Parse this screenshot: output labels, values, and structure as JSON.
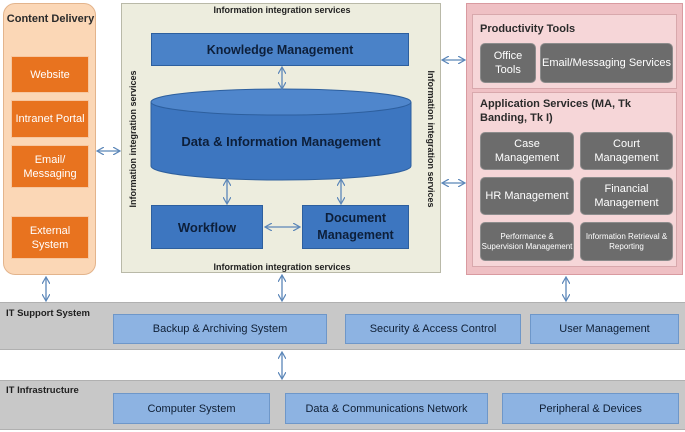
{
  "content_delivery": {
    "title": "Content Delivery",
    "items": [
      "Website",
      "Intranet Portal",
      "Email/ Messaging",
      "External System"
    ]
  },
  "integration": {
    "label": "Information integration services",
    "knowledge": "Knowledge Management",
    "data_info": "Data & Information Management",
    "workflow": "Workflow",
    "document": "Document Management"
  },
  "productivity": {
    "title": "Productivity Tools",
    "items": [
      "Office Tools",
      "Email/Messaging Services"
    ]
  },
  "app_services": {
    "title": "Application Services (MA, Tk Banding, Tk I)",
    "items": [
      "Case Management",
      "Court Management",
      "HR Management",
      "Financial Management",
      "Performance & Supervision Management",
      "Information Retrieval & Reporting"
    ]
  },
  "it_support": {
    "title": "IT Support System",
    "items": [
      "Backup & Archiving System",
      "Security & Access Control",
      "User Management"
    ]
  },
  "it_infra": {
    "title": "IT Infrastructure",
    "items": [
      "Computer System",
      "Data & Communications Network",
      "Peripheral & Devices"
    ]
  },
  "colors": {
    "orange": "#e8731f",
    "blue": "#3d76c0",
    "grey": "#6c6c6c",
    "light_blue": "#8db3e2",
    "arrow": "#5b86b8"
  }
}
